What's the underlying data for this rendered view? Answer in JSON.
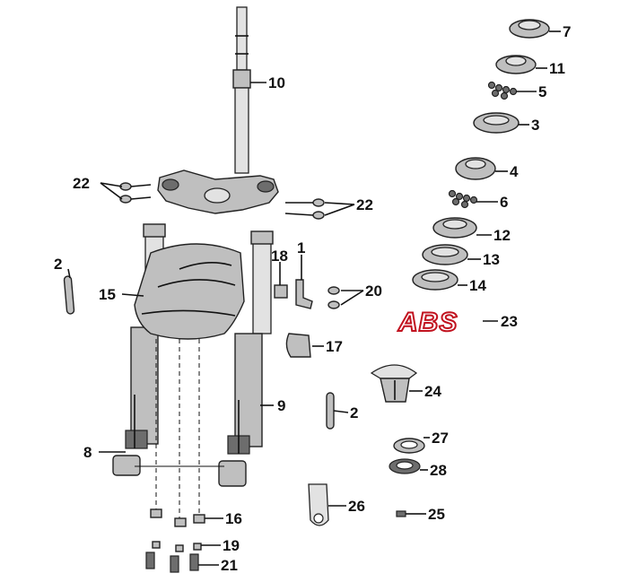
{
  "diagram": {
    "callouts": [
      {
        "id": "c10",
        "label": "10"
      },
      {
        "id": "c7",
        "label": "7"
      },
      {
        "id": "c11",
        "label": "11"
      },
      {
        "id": "c5",
        "label": "5"
      },
      {
        "id": "c3",
        "label": "3"
      },
      {
        "id": "c4",
        "label": "4"
      },
      {
        "id": "c6",
        "label": "6"
      },
      {
        "id": "c12",
        "label": "12"
      },
      {
        "id": "c13",
        "label": "13"
      },
      {
        "id": "c14",
        "label": "14"
      },
      {
        "id": "c22a",
        "label": "22"
      },
      {
        "id": "c22b",
        "label": "22"
      },
      {
        "id": "c2a",
        "label": "2"
      },
      {
        "id": "c15",
        "label": "15"
      },
      {
        "id": "c18",
        "label": "18"
      },
      {
        "id": "c1",
        "label": "1"
      },
      {
        "id": "c20",
        "label": "20"
      },
      {
        "id": "c23",
        "label": "23"
      },
      {
        "id": "c17",
        "label": "17"
      },
      {
        "id": "c24",
        "label": "24"
      },
      {
        "id": "c9",
        "label": "9"
      },
      {
        "id": "c2b",
        "label": "2"
      },
      {
        "id": "c8",
        "label": "8"
      },
      {
        "id": "c27",
        "label": "27"
      },
      {
        "id": "c28",
        "label": "28"
      },
      {
        "id": "c26",
        "label": "26"
      },
      {
        "id": "c25",
        "label": "25"
      },
      {
        "id": "c16",
        "label": "16"
      },
      {
        "id": "c19",
        "label": "19"
      },
      {
        "id": "c21",
        "label": "21"
      }
    ],
    "abs_logo": "ABS",
    "colors": {
      "ink": "#111111",
      "part_fill": "#bfbfbf",
      "abs_outline": "#c1121f"
    }
  }
}
